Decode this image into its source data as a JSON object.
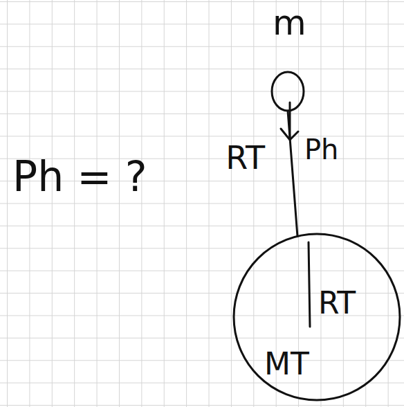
{
  "diagram": {
    "nodes": [
      {
        "text": [
          "m"
        ]
      },
      {
        "text": [
          "RT",
          "MT"
        ]
      }
    ],
    "edges": [
      {
        "from": 0,
        "to": 1,
        "arrow": "none",
        "label": "RT"
      }
    ],
    "labels": [
      "Ph = ?",
      "Ph"
    ]
  }
}
